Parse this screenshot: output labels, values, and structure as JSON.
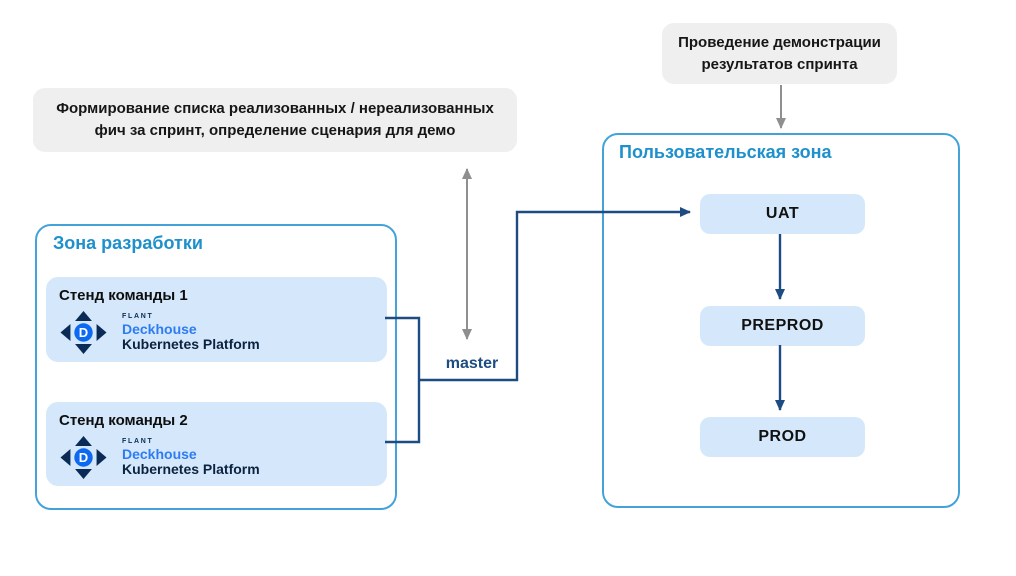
{
  "colors": {
    "zone_border": "#43a3d9",
    "zone_title_blue": "#1e90cc",
    "node_fill_light_blue": "#d5e8fb",
    "annotation_fill_gray": "#efefef",
    "connector_navy": "#1c4c82",
    "connector_gray": "#8f8f8f",
    "logo_navy": "#0a2b56",
    "logo_bright_blue": "#0d69f2"
  },
  "annotations": {
    "demo_box": {
      "line1": "Проведение демонстрации",
      "line2": "результатов спринта"
    },
    "features_box": {
      "line1": "Формирование списка реализованных / нереализованных",
      "line2": "фич за спринт, определение сценария для демо"
    }
  },
  "dev_zone": {
    "title": "Зона разработки",
    "stands": [
      {
        "title": "Стенд команды 1",
        "logo": {
          "icon": "deckhouse-logo-icon",
          "icon_letter": "D",
          "company": "FLANT",
          "product": "Deckhouse",
          "subtitle": "Kubernetes Platform"
        }
      },
      {
        "title": "Стенд команды 2",
        "logo": {
          "icon": "deckhouse-logo-icon",
          "icon_letter": "D",
          "company": "FLANT",
          "product": "Deckhouse",
          "subtitle": "Kubernetes Platform"
        }
      }
    ]
  },
  "branch_label": "master",
  "user_zone": {
    "title": "Пользовательская зона",
    "environments": [
      "UAT",
      "PREPROD",
      "PROD"
    ]
  }
}
